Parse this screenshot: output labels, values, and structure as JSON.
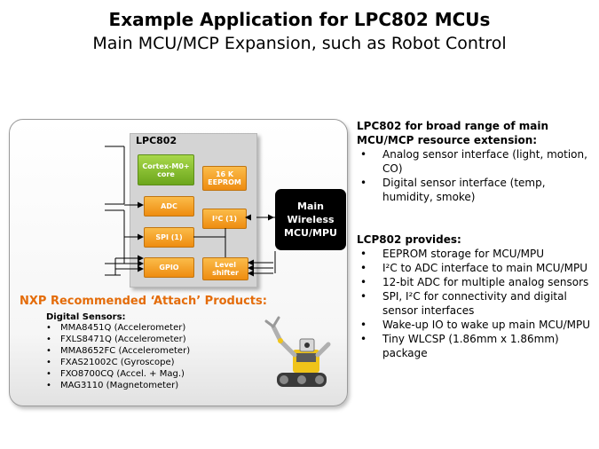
{
  "header": {
    "title": "Example Application for LPC802 MCUs",
    "subtitle": "Main MCU/MCP Expansion, such as Robot Control"
  },
  "diagram": {
    "chip_label": "LPC802",
    "blocks": {
      "core": "Cortex-M0+ core",
      "eeprom": "16 K EEPROM",
      "adc": "ADC",
      "i2c": "I²C (1)",
      "spi": "SPI (1)",
      "gpio": "GPIO",
      "level_shifter": "Level shifter"
    },
    "main_box": "Main Wireless MCU/MPU",
    "colors": {
      "green": "#7ab82a",
      "orange": "#f39a1e",
      "accent": "#e46c0a"
    }
  },
  "recommended": {
    "heading": "NXP Recommended ‘Attach’ Products:",
    "digital_sensors_heading": "Digital Sensors:",
    "sensors": [
      "MMA8451Q (Accelerometer)",
      "FXLS8471Q (Accelerometer)",
      "MMA8652FC (Accelerometer)",
      "FXAS21002C (Gyroscope)",
      "FXO8700CQ (Accel. + Mag.)",
      "MAG3110 (Magnetometer)"
    ]
  },
  "right": {
    "section1_heading": "LPC802 for broad range of main MCU/MCP resource extension:",
    "section1_items": [
      "Analog sensor interface (light, motion, CO)",
      "Digital sensor interface (temp, humidity, smoke)"
    ],
    "section2_heading": "LCP802 provides:",
    "section2_items": [
      "EEPROM storage for MCU/MPU",
      "I²C to ADC interface to main MCU/MPU",
      "12-bit ADC for multiple analog sensors",
      "SPI, I²C for connectivity and digital sensor interfaces",
      "Wake-up IO to wake up main MCU/MPU",
      "Tiny WLCSP (1.86mm x 1.86mm) package"
    ]
  },
  "icons": {
    "robot": "robot-illustration"
  }
}
